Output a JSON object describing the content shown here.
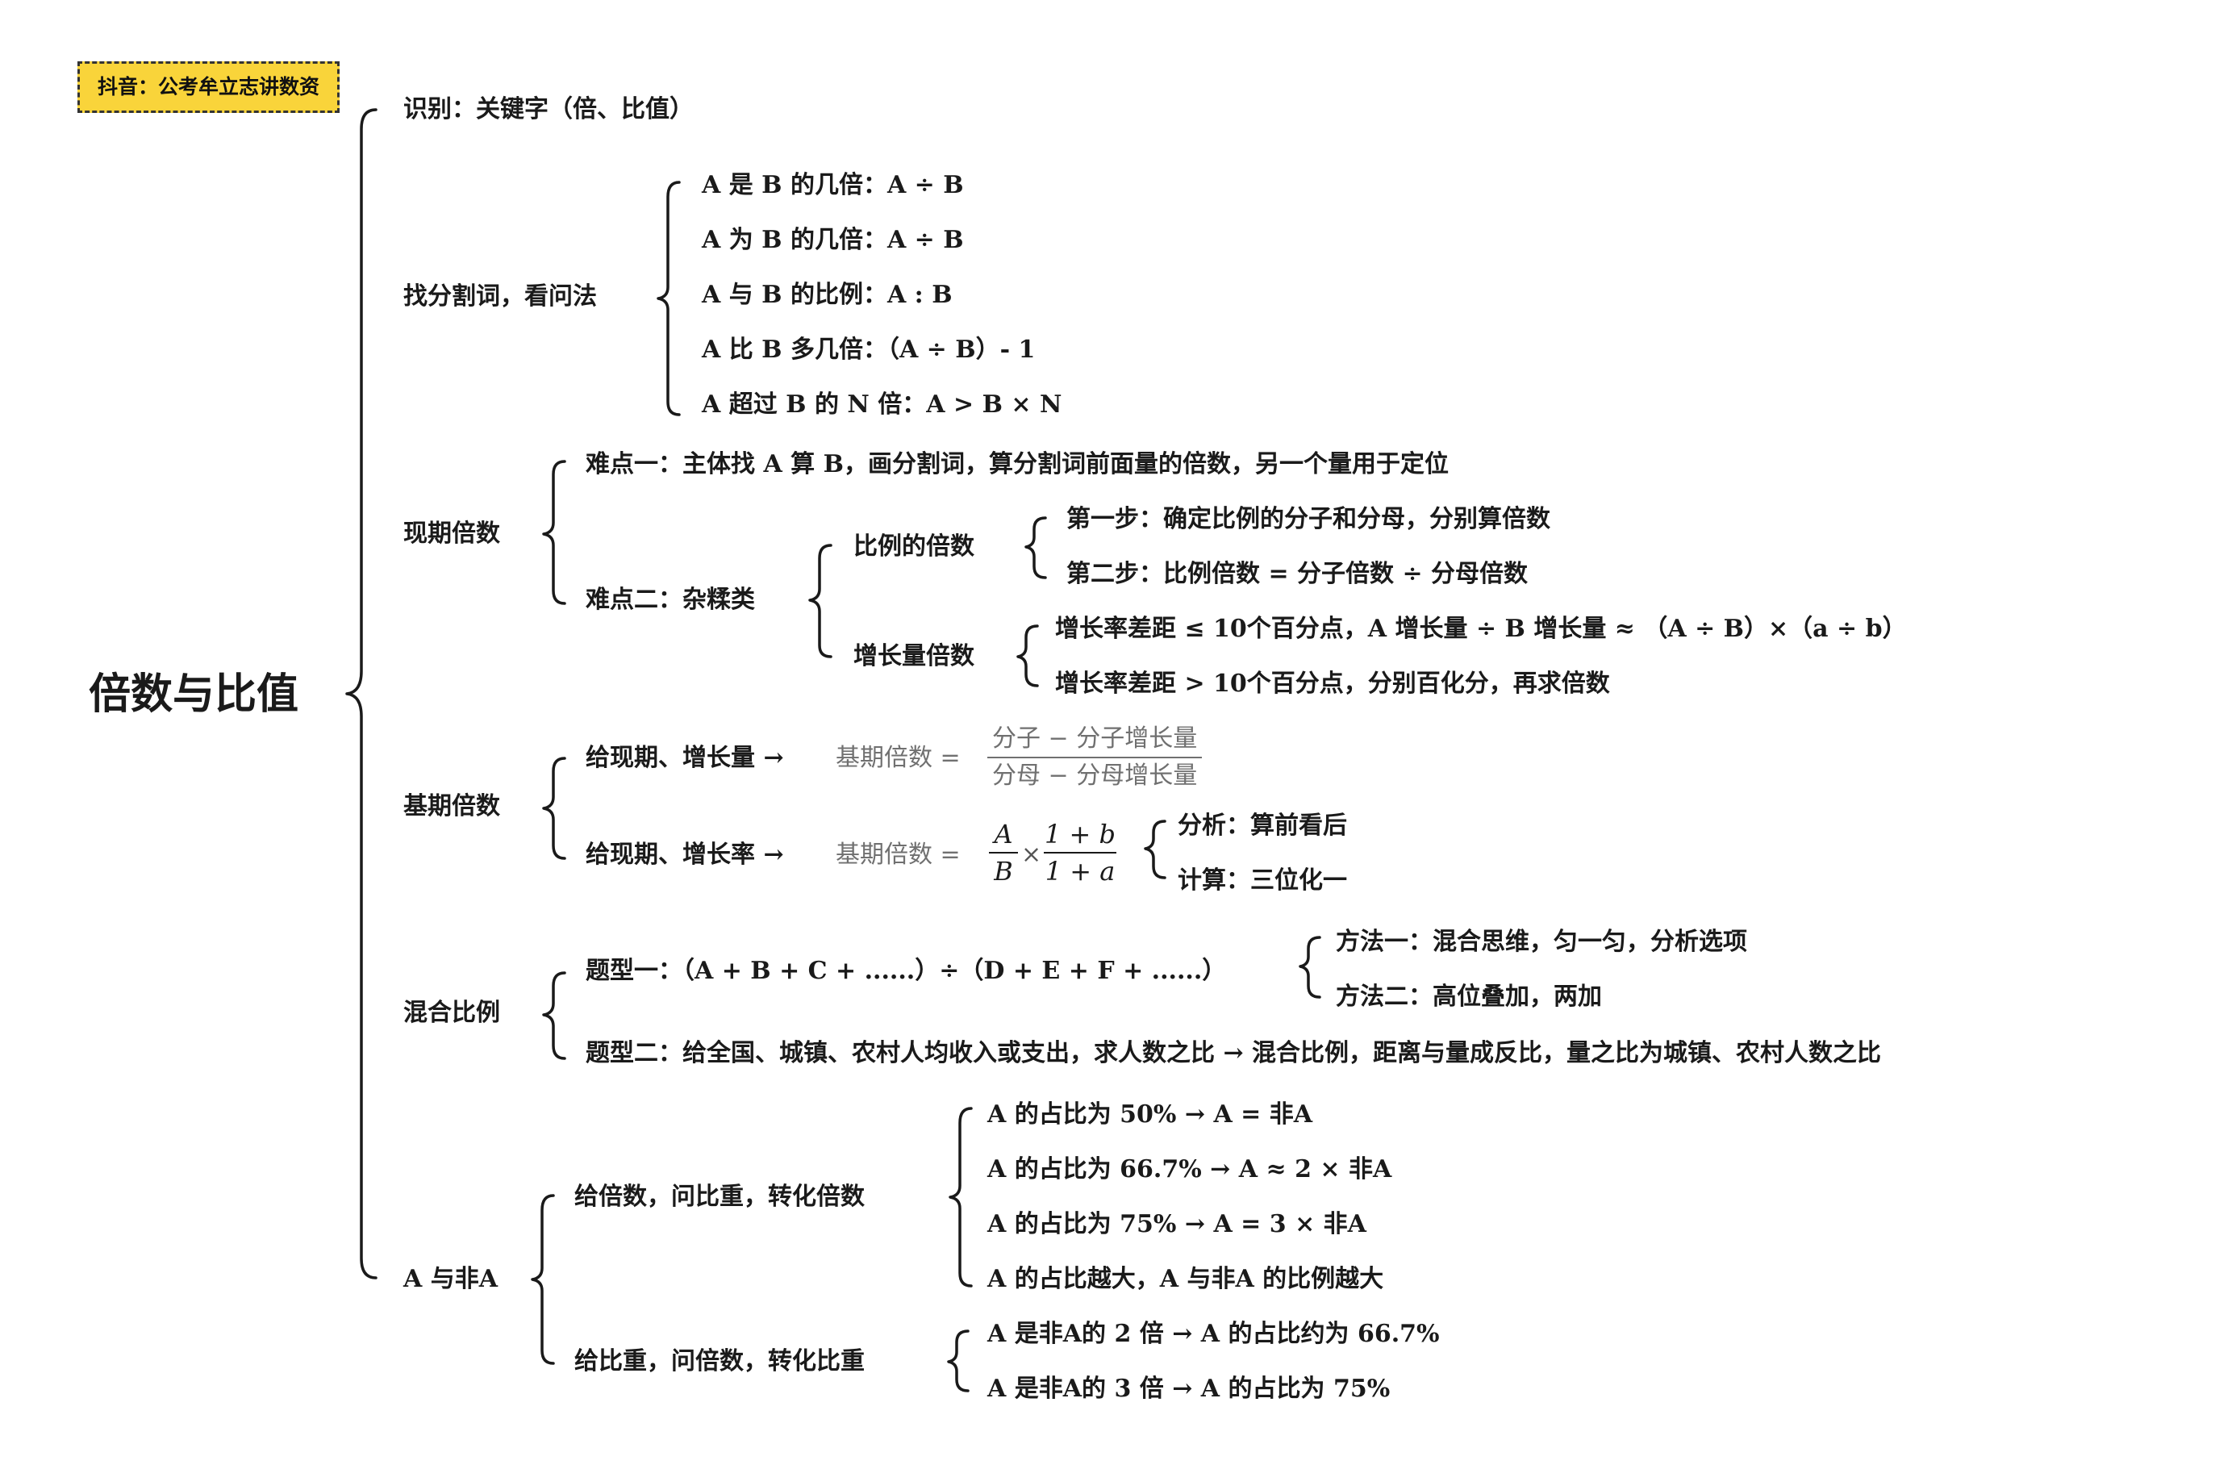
{
  "badge": "抖音：公考牟立志讲数资",
  "root": "倍数与比值",
  "identify": "识别：关键字（倍、比值）",
  "split": {
    "label": "找分割词，看问法",
    "items": [
      "A 是 B 的几倍：A ÷ B",
      "A 为 B 的几倍：A ÷ B",
      "A 与 B 的比例：A : B",
      "A 比 B 多几倍：（A ÷ B）- 1",
      "A 超过 B 的 N 倍：A > B × N"
    ]
  },
  "current": {
    "label": "现期倍数",
    "d1": "难点一：主体找 A 算 B，画分割词，算分割词前面量的倍数，另一个量用于定位",
    "d2": "难点二：杂糅类",
    "ratio_label": "比例的倍数",
    "ratio_steps": [
      "第一步：确定比例的分子和分母，分别算倍数",
      "第二步：比例倍数 = 分子倍数 ÷ 分母倍数"
    ],
    "growth_label": "增长量倍数",
    "growth_items": [
      "增长率差距 ≤ 10个百分点，A 增长量 ÷ B 增长量 ≈ （A ÷ B）×（a ÷ b）",
      "增长率差距 > 10个百分点，分别百化分，再求倍数"
    ]
  },
  "base": {
    "label": "基期倍数",
    "r1_prefix": "给现期、增长量 →",
    "r1_lhs": "基期倍数 =",
    "r1_num": "分子 − 分子增长量",
    "r1_den": "分母 − 分母增长量",
    "r2_prefix": "给现期、增长率 →",
    "r2_lhs": "基期倍数 =",
    "f1_num": "A",
    "f1_den": "B",
    "times": "×",
    "f2_num": "1 + b",
    "f2_den": "1 + a",
    "analysis": "分析：算前看后",
    "calc": "计算：三位化一"
  },
  "mixed": {
    "label": "混合比例",
    "t1": "题型一：（A + B + C + ......）÷（D + E + F + ......）",
    "methods": [
      "方法一：混合思维，匀一匀，分析选项",
      "方法二：高位叠加，两加"
    ],
    "t2": "题型二：给全国、城镇、农村人均收入或支出，求人数之比 → 混合比例，距离与量成反比，量之比为城镇、农村人数之比"
  },
  "nona": {
    "label": "A 与非A",
    "g1": "给倍数，问比重，转化倍数",
    "g1_items": [
      "A 的占比为 50% → A = 非A",
      "A 的占比为 66.7% → A ≈ 2 × 非A",
      "A 的占比为 75% → A = 3 × 非A",
      "A 的占比越大，A 与非A 的比例越大"
    ],
    "g2": "给比重，问倍数，转化比重",
    "g2_items": [
      "A 是非A的 2 倍 → A 的占比约为 66.7%",
      "A 是非A的 3 倍 → A 的占比为 75%"
    ]
  }
}
